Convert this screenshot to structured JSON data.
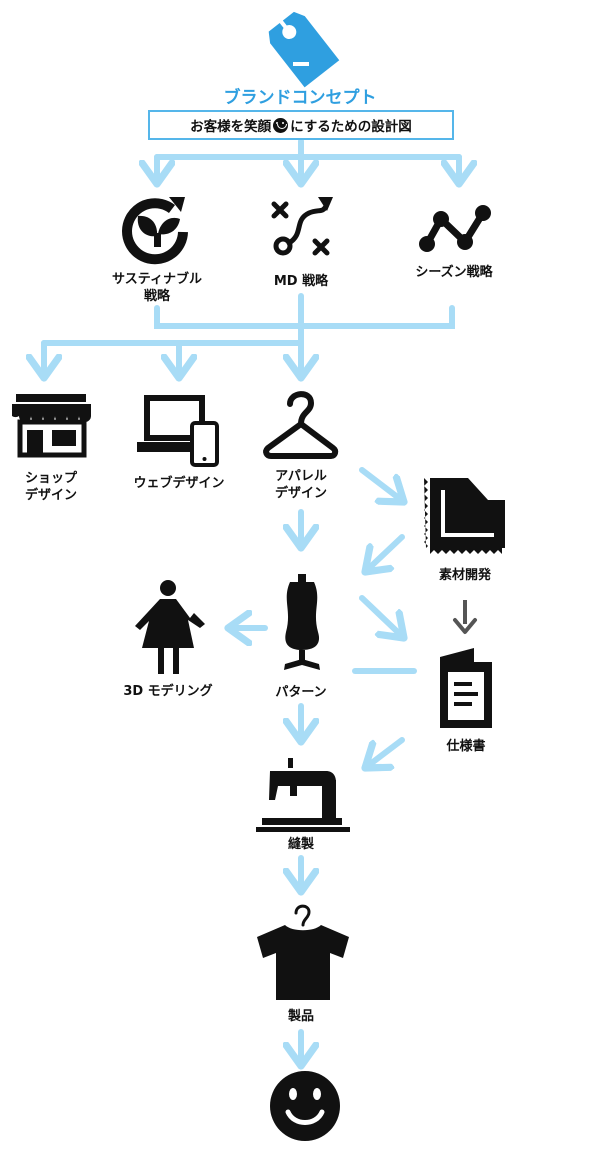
{
  "brand_concept": {
    "title": "ブランドコンセプト",
    "subtitle_before": "お客様を笑顔",
    "subtitle_after": "にするための設計図"
  },
  "nodes": {
    "sustainable": "サスティナブル\n戦略",
    "md": "MD 戦略",
    "season": "シーズン戦略",
    "shop": "ショップ\nデザイン",
    "web": "ウェブデザイン",
    "apparel": "アパレル\nデザイン",
    "material": "素材開発",
    "modeling": "3D モデリング",
    "pattern": "パターン",
    "spec": "仕様書",
    "sewing": "縫製",
    "product": "製品"
  },
  "colors": {
    "arrow_light": "#a8dcf6",
    "arrow_dark": "#555555",
    "accent": "#2f9fe0",
    "icon": "#111111"
  },
  "icons": [
    "tag-icon",
    "sustainable-icon",
    "strategy-icon",
    "trend-icon",
    "shop-icon",
    "laptop-icon",
    "hanger-icon",
    "fabric-icon",
    "woman-icon",
    "mannequin-icon",
    "document-icon",
    "sewing-machine-icon",
    "tshirt-icon",
    "smile-icon"
  ]
}
